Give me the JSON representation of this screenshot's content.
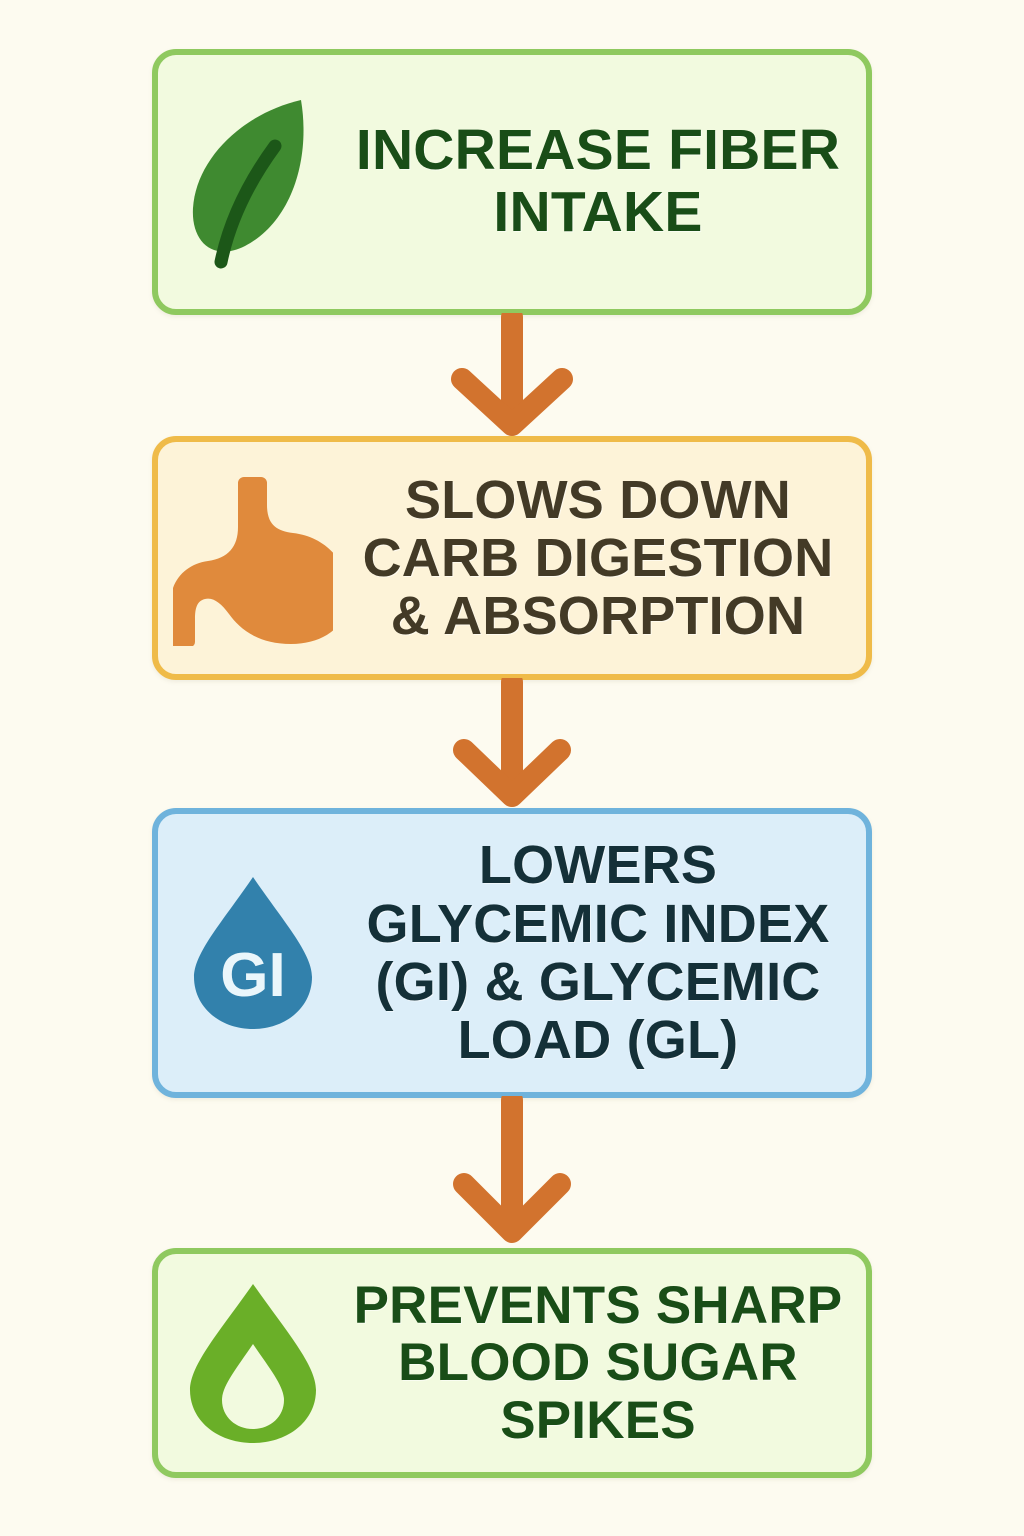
{
  "diagram": {
    "type": "vertical-flowchart",
    "background_color": "#FDFBF0",
    "arrow_color": "#D2732E",
    "steps": [
      {
        "id": "increase-fiber-intake",
        "label": "INCREASE FIBER INTAKE",
        "icon": "leaf-icon",
        "fill_color": "#F2FADF",
        "border_color": "#8FC95F",
        "text_color": "#194D17"
      },
      {
        "id": "slows-carb-digestion",
        "label": "SLOWS DOWN CARB DIGESTION & ABSORPTION",
        "icon": "stomach-icon",
        "fill_color": "#FDF3D8",
        "border_color": "#EFBB49",
        "text_color": "#433A26"
      },
      {
        "id": "lowers-glycemic-index",
        "label": "LOWERS GLYCEMIC INDEX (GI) & GLYCEMIC LOAD (GL)",
        "icon": "gi-droplet-icon",
        "icon_label": "GI",
        "fill_color": "#DCEEF9",
        "border_color": "#6FB3DC",
        "text_color": "#143038"
      },
      {
        "id": "prevents-sugar-spikes",
        "label": "PREVENTS SHARP BLOOD SUGAR SPIKES",
        "icon": "blood-drop-outline-icon",
        "fill_color": "#F2FADF",
        "border_color": "#8FC95F",
        "text_color": "#194D17"
      }
    ],
    "connectors": [
      {
        "id": "arrow-1",
        "from": "increase-fiber-intake",
        "to": "slows-carb-digestion",
        "direction": "down"
      },
      {
        "id": "arrow-2",
        "from": "slows-carb-digestion",
        "to": "lowers-glycemic-index",
        "direction": "down"
      },
      {
        "id": "arrow-3",
        "from": "lowers-glycemic-index",
        "to": "prevents-sugar-spikes",
        "direction": "down"
      }
    ]
  }
}
